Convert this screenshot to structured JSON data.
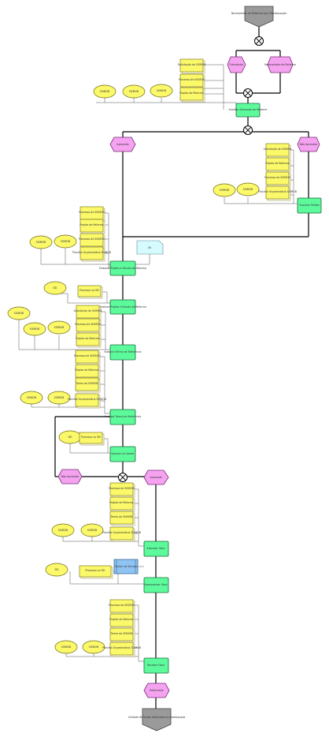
{
  "colors": {
    "function": "#5dfa9c",
    "event": "#f5a3f0",
    "system": "#fbf86a",
    "document": "#fbf86a",
    "start": "#9a9a9a",
    "note": "#d6fbff",
    "blue_doc": "#8fc4f2"
  },
  "start_event": {
    "label": "Necessidade de Reforma e/ou Readequação"
  },
  "end_event": {
    "label": "Unidade de Saúde reformada ou Readequada"
  },
  "events": [
    {
      "id": "e1",
      "label": "Orientação"
    },
    {
      "id": "e2",
      "label": "Necessidade de Reforma"
    },
    {
      "id": "e3",
      "label": "Aprovado"
    },
    {
      "id": "e4",
      "label": "Não Aprovado"
    },
    {
      "id": "e5",
      "label": "Não Aprovado"
    },
    {
      "id": "e6",
      "label": "Aprovado"
    },
    {
      "id": "e7",
      "label": "Reformado"
    }
  ],
  "functions": [
    {
      "id": "f1",
      "label": "Analisar Demanda de Reforma"
    },
    {
      "id": "f2",
      "label": "Arquivar Pedido"
    },
    {
      "id": "f3",
      "label": "Elaborar Projeto e Estudo de Reforma"
    },
    {
      "id": "f4",
      "label": "Analisar Projeto e Estudo de Reforma"
    },
    {
      "id": "f5",
      "label": "Elaborar Termo de Referência"
    },
    {
      "id": "f6",
      "label": "Analisar Termo de Referência"
    },
    {
      "id": "f7",
      "label": "Aprovar no Gestor"
    },
    {
      "id": "f8",
      "label": "Executar Obra"
    },
    {
      "id": "f9",
      "label": "Acompanhar Obra"
    },
    {
      "id": "f10",
      "label": "Receber Obra"
    }
  ],
  "systems": {
    "label": "SISMOB",
    "short_label": "SEI"
  },
  "documents": {
    "analysis": "Solicitação de SISMOB",
    "process": "Processo de SISMOB",
    "reform": "Projeto de Reforma",
    "terms": "Termo de SISMOB",
    "budget": "Planilha Orçamentária SISMOB",
    "process_sei": "Processo no SEI"
  },
  "note": {
    "label": "Ok"
  },
  "blue_doc": {
    "label": "Ordem de Serviço"
  }
}
